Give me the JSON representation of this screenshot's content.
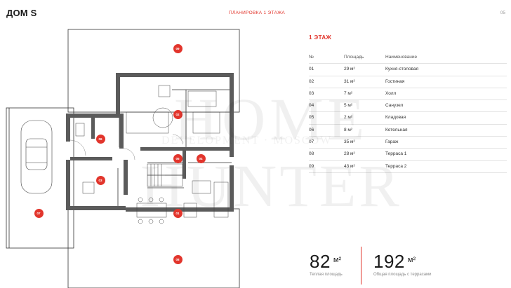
{
  "header": {
    "title": "ДОМ S",
    "subtitle": "ПЛАНИРОВКА 1 ЭТАЖА",
    "page_number": "05"
  },
  "floor_label": "1 ЭТАЖ",
  "table": {
    "headers": [
      "№",
      "Площадь",
      "Наименование"
    ],
    "rows": [
      {
        "no": "01",
        "area": "29 м²",
        "name": "Кухня-столовая"
      },
      {
        "no": "02",
        "area": "31 м²",
        "name": "Гостиная"
      },
      {
        "no": "03",
        "area": "7 м²",
        "name": "Холл"
      },
      {
        "no": "04",
        "area": "5 м²",
        "name": "Санузел"
      },
      {
        "no": "05",
        "area": "2 м²",
        "name": "Кладовая"
      },
      {
        "no": "06",
        "area": "8 м²",
        "name": "Котельная"
      },
      {
        "no": "07",
        "area": "35 м²",
        "name": "Гараж"
      },
      {
        "no": "08",
        "area": "28 м²",
        "name": "Терраса 1"
      },
      {
        "no": "09",
        "area": "43 м²",
        "name": "Терраса 2"
      }
    ]
  },
  "stats": {
    "warm_area_value": "82",
    "warm_area_unit": "м²",
    "warm_area_caption": "Теплая площадь",
    "total_area_value": "192",
    "total_area_unit": "м²",
    "total_area_caption": "Общая площадь с террасами"
  },
  "watermark": {
    "line1": "HOME",
    "line2": "HUNTER",
    "small": "DEVELOPMENT · MOSCOW"
  },
  "plan_markers": {
    "m01": "01",
    "m02": "02",
    "m03": "03",
    "m04": "04",
    "m05": "05",
    "m06": "06",
    "m07": "07",
    "m08": "08",
    "m09": "09"
  },
  "colors": {
    "accent": "#e2352c",
    "wall": "#5b5b5b",
    "line": "#333333"
  }
}
